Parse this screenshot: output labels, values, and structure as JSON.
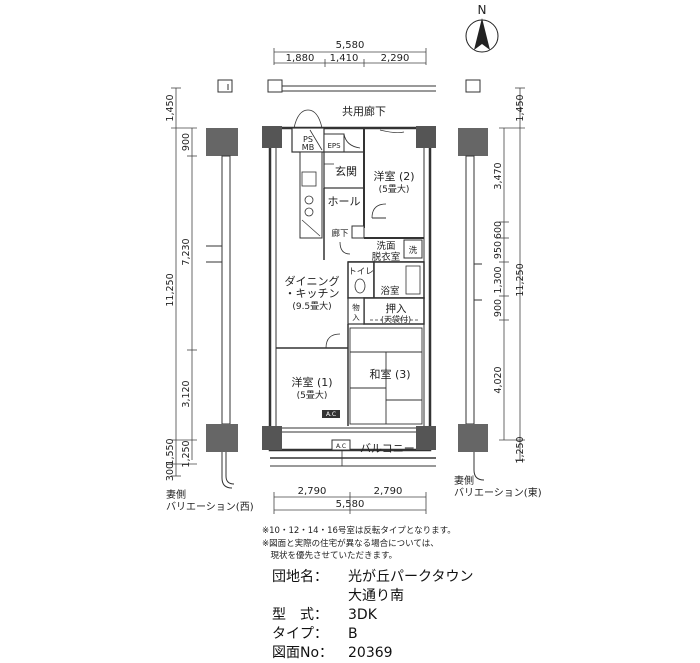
{
  "compass": {
    "label": "N"
  },
  "dimensions": {
    "top_total": "5,580",
    "top_parts": [
      "1,880",
      "1,410",
      "2,290"
    ],
    "bottom_parts": [
      "2,790",
      "2,790"
    ],
    "bottom_total": "5,580",
    "left_outer": [
      "1,450",
      "11,250",
      "1,550",
      "300"
    ],
    "left_inner": [
      "900",
      "7,230",
      "3,120",
      "1,250"
    ],
    "right_outer": [
      "1,450",
      "11,250",
      "1,250"
    ],
    "right_inner": [
      "3,470",
      "600",
      "950",
      "1,300",
      "900",
      "4,020"
    ]
  },
  "rooms": {
    "corridor": "共用廊下",
    "ps_mb": [
      "PS",
      "MB"
    ],
    "eps": "EPS",
    "genkan": "玄関",
    "western2": [
      "洋室 (2)",
      "(5畳大)"
    ],
    "hall": "ホール",
    "roka": "廊下",
    "senmen": [
      "洗面",
      "脱衣室"
    ],
    "sen": "洗",
    "toilet": "トイレ",
    "bath": "浴室",
    "dining": [
      "ダイニング",
      "・キッチン",
      "(9.5畳大)"
    ],
    "oshiire": [
      "押入",
      "(天袋付)"
    ],
    "mono": [
      "物",
      "入"
    ],
    "western1": [
      "洋室 (1)",
      "(5畳大)"
    ],
    "washitsu": "和室 (3)",
    "ac1": "A.C",
    "ac2": "A.C",
    "balcony": "バルコニー"
  },
  "side_labels": {
    "west": [
      "妻側",
      "バリエーション(西)"
    ],
    "east": [
      "妻側",
      "バリエーション(東)"
    ]
  },
  "notes": [
    "※10・12・14・16号室は反転タイプとなります。",
    "※図面と実際の住宅が異なる場合については、",
    "　現状を優先させていただきます。"
  ],
  "info": [
    {
      "label": "団地名：",
      "value": "光が丘パークタウン"
    },
    {
      "label": "",
      "value": "大通り南"
    },
    {
      "label": "型　式：",
      "value": "3DK"
    },
    {
      "label": "タイプ：",
      "value": "B"
    },
    {
      "label": "図面No：",
      "value": "20369"
    }
  ]
}
